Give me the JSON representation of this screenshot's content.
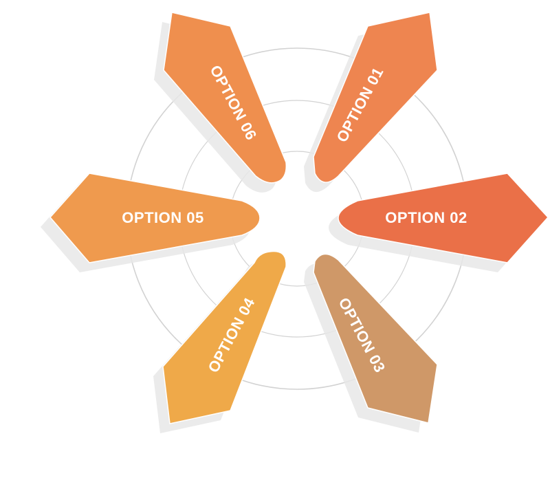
{
  "options": [
    {
      "id": "01",
      "label": "OPTION 01",
      "color": "#EE8550"
    },
    {
      "id": "02",
      "label": "OPTION 02",
      "color": "#EA7048"
    },
    {
      "id": "03",
      "label": "OPTION 03",
      "color": "#CF9868"
    },
    {
      "id": "04",
      "label": "OPTION 04",
      "color": "#EFA949"
    },
    {
      "id": "05",
      "label": "OPTION 05",
      "color": "#EF9A4E"
    },
    {
      "id": "06",
      "label": "OPTION 06",
      "color": "#EF8F4E"
    }
  ],
  "colors": {
    "ring_stroke": "#d2d2d2",
    "petal_edge": "#ffffff",
    "shadow": "#e8e8e8"
  }
}
